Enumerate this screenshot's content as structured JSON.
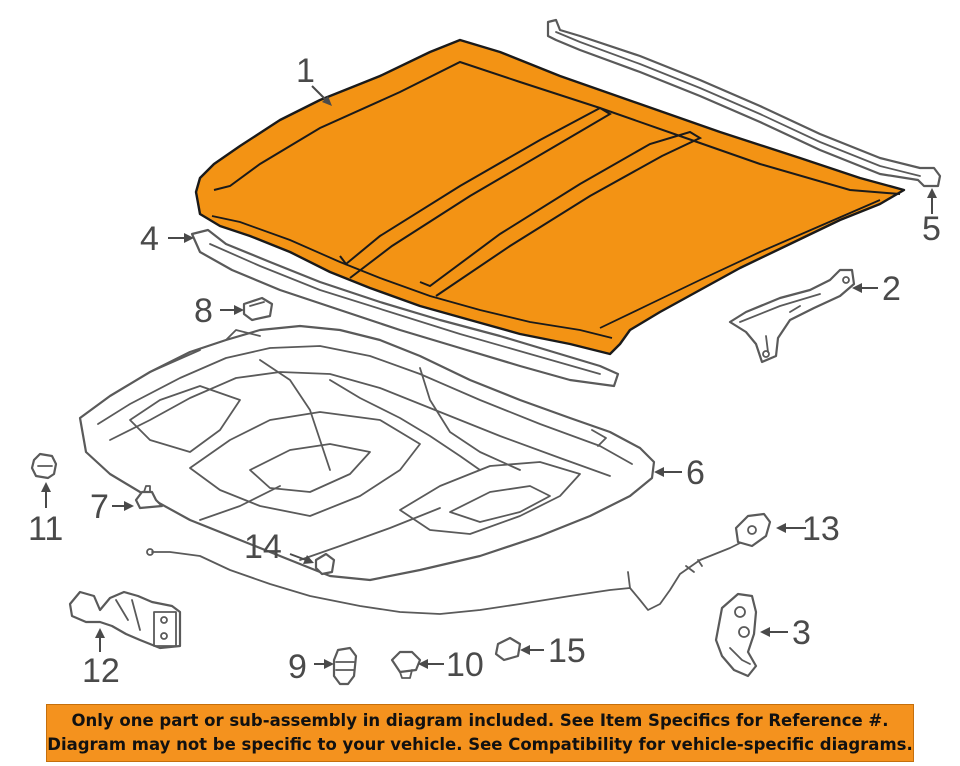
{
  "callouts": [
    {
      "id": "1",
      "label": "1"
    },
    {
      "id": "2",
      "label": "2"
    },
    {
      "id": "3",
      "label": "3"
    },
    {
      "id": "4",
      "label": "4"
    },
    {
      "id": "5",
      "label": "5"
    },
    {
      "id": "6",
      "label": "6"
    },
    {
      "id": "7",
      "label": "7"
    },
    {
      "id": "8",
      "label": "8"
    },
    {
      "id": "9",
      "label": "9"
    },
    {
      "id": "10",
      "label": "10"
    },
    {
      "id": "11",
      "label": "11"
    },
    {
      "id": "12",
      "label": "12"
    },
    {
      "id": "13",
      "label": "13"
    },
    {
      "id": "14",
      "label": "14"
    },
    {
      "id": "15",
      "label": "15"
    }
  ],
  "highlighted_part": "1",
  "colors": {
    "highlight": "#f39314",
    "line": "#5a5a5a",
    "banner_bg": "#f4921e",
    "banner_text": "#111111"
  },
  "banner": {
    "line1": "Only one part or sub-assembly in diagram included. See Item Specifics for Reference #.",
    "line2": "Diagram may not be specific to your vehicle. See Compatibility for vehicle-specific diagrams."
  }
}
